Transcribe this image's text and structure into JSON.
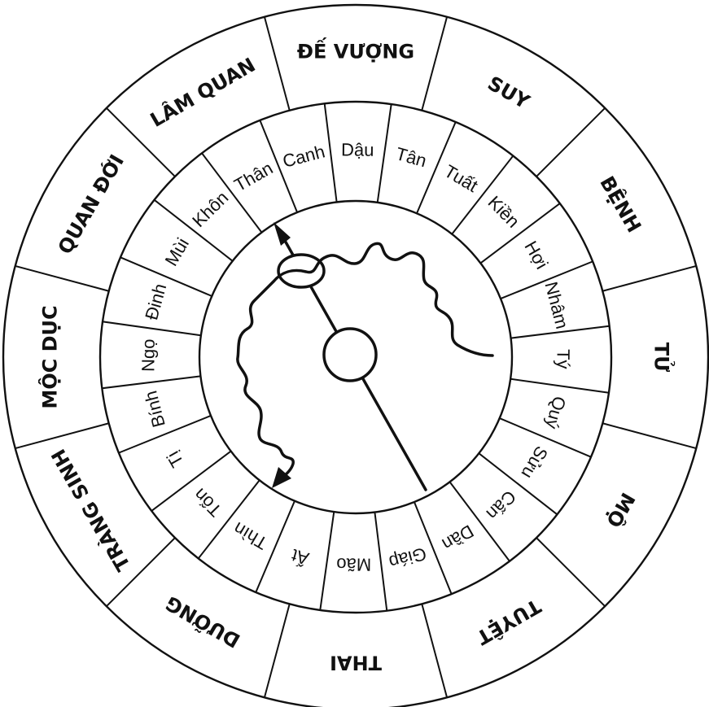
{
  "outer_ring": [
    "MỘC DỤC",
    "QUAN ĐỚI",
    "LÂM QUAN",
    "ĐẾ VƯỢNG",
    "SUY",
    "BỆNH",
    "TỬ",
    "MỘ",
    "TUYỆT",
    "THAI",
    "DƯỠNG",
    "TRÀNG SINH"
  ],
  "inner_ring": [
    "Bính",
    "Ngọ",
    "Đinh",
    "Mùi",
    "Khôn",
    "Thân",
    "Canh",
    "Dậu",
    "Tân",
    "Tuất",
    "Kiền",
    "Hợi",
    "Nhâm",
    "Tý",
    "Quý",
    "Sửu",
    "Cấn",
    "Dần",
    "Giáp",
    "Mão",
    "Ất",
    "Thìn",
    "Tốn",
    "Tị"
  ]
}
